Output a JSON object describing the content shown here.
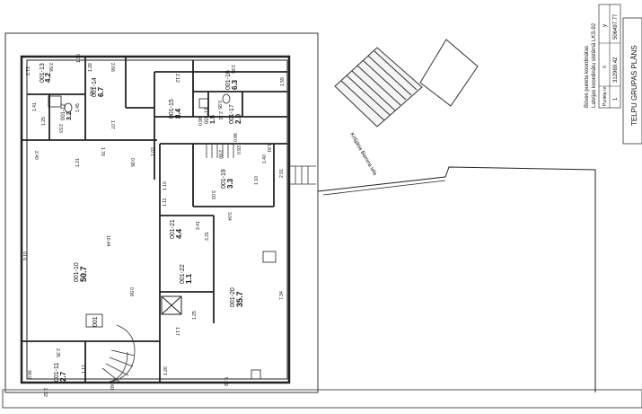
{
  "document": {
    "title": "TELPU GRUPAS PLĀNS",
    "street": "Krišjāņa Barona iela",
    "building_label": "001",
    "coord_box": {
      "heading": "Būves punkta koordinātas",
      "system": "Latvijas koordinātu sistēmā LKS-92",
      "col_point": "Punkta nr.",
      "col_x": "x",
      "col_y": "y",
      "row_nr": "1",
      "row_x": "312969.42",
      "row_y": "506497.77"
    }
  },
  "rooms": [
    {
      "id": "001-13",
      "area": "4.2"
    },
    {
      "id": "001-14",
      "area": "6.7"
    },
    {
      "id": "001-12",
      "area": "3.2"
    },
    {
      "id": "001-15",
      "area": "8.4"
    },
    {
      "id": "001-16",
      "area": "6.3"
    },
    {
      "id": "001-18",
      "area": "1.5"
    },
    {
      "id": "001-17",
      "area": "2.0"
    },
    {
      "id": "001-19",
      "area": "3.3"
    },
    {
      "id": "001-10",
      "area": "50.7"
    },
    {
      "id": "001-21",
      "area": "4.4"
    },
    {
      "id": "001-22",
      "area": "1.1"
    },
    {
      "id": "001-20",
      "area": "35.7"
    },
    {
      "id": "001-11",
      "area": "2.7"
    }
  ],
  "dimensions": [
    "2.73",
    "2.56",
    "1.30",
    "2.66",
    "1.28",
    "0.65",
    "1.41",
    "1.25",
    "2.53",
    "1.45",
    "1.07",
    "2.12",
    "3.95",
    "0.95",
    "2.11",
    "1.59",
    "0.86",
    "0.96",
    "2.40",
    "1.76",
    "0.95",
    "1.21",
    "1.02",
    "1.10",
    "0.93",
    "1.81",
    "2.60",
    "1.40",
    "1.10",
    "2.91",
    "3.03",
    "3.04",
    "10.44",
    "9.10",
    "1.11",
    "3.41",
    "3.31",
    "1.25",
    "1.17",
    "7.34",
    "5.19",
    "2.35",
    "2.60",
    "1.17",
    "1.26",
    "0.96",
    "2.32",
    "0.58"
  ]
}
